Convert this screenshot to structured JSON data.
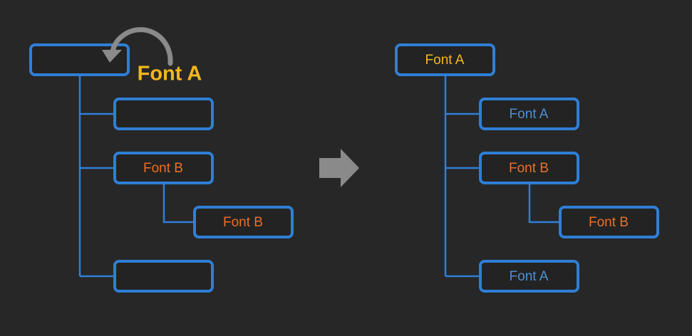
{
  "colors": {
    "background": "#272727",
    "box_border": "#2f7fd6",
    "box_fill": "#232323",
    "connector": "#2f7fd6",
    "font_a": "#f2b71e",
    "font_b": "#e8702a",
    "inherited_font_a": "#4d8fd6",
    "arrow": "#8a8a8a"
  },
  "icons": {
    "transition_arrow": "right-arrow-icon",
    "apply_arrow": "curved-arrow-icon"
  },
  "before": {
    "applied_label": "Font A",
    "nodes": [
      {
        "id": "root",
        "text": ""
      },
      {
        "id": "child-1",
        "text": ""
      },
      {
        "id": "child-2",
        "text": "Font B"
      },
      {
        "id": "grandchild",
        "text": "Font B"
      },
      {
        "id": "child-3",
        "text": ""
      }
    ]
  },
  "after": {
    "nodes": [
      {
        "id": "root",
        "text": "Font A"
      },
      {
        "id": "child-1",
        "text": "Font A"
      },
      {
        "id": "child-2",
        "text": "Font B"
      },
      {
        "id": "grandchild",
        "text": "Font B"
      },
      {
        "id": "child-3",
        "text": "Font A"
      }
    ]
  }
}
